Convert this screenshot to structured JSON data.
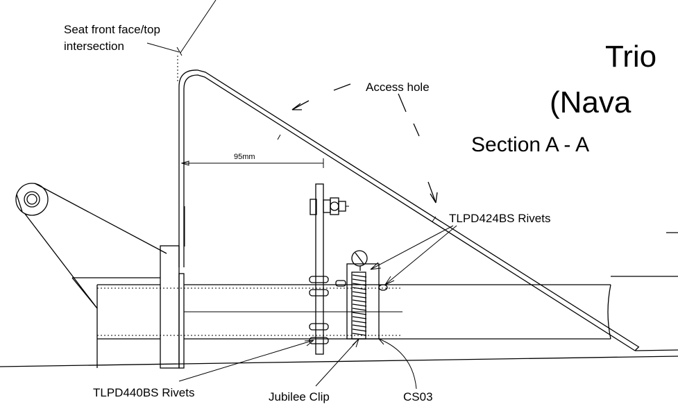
{
  "title_line1": "Trio",
  "title_line2": "(Nava",
  "section_label": "Section A - A",
  "labels": {
    "seat_line1": "Seat front face/top",
    "seat_line2": "intersection",
    "access_hole": "Access hole",
    "dimension": "95mm",
    "tlpd424": "TLPD424BS Rivets",
    "tlpd440": "TLPD440BS Rivets",
    "jubilee": "Jubilee Clip",
    "cs03": "CS03"
  }
}
